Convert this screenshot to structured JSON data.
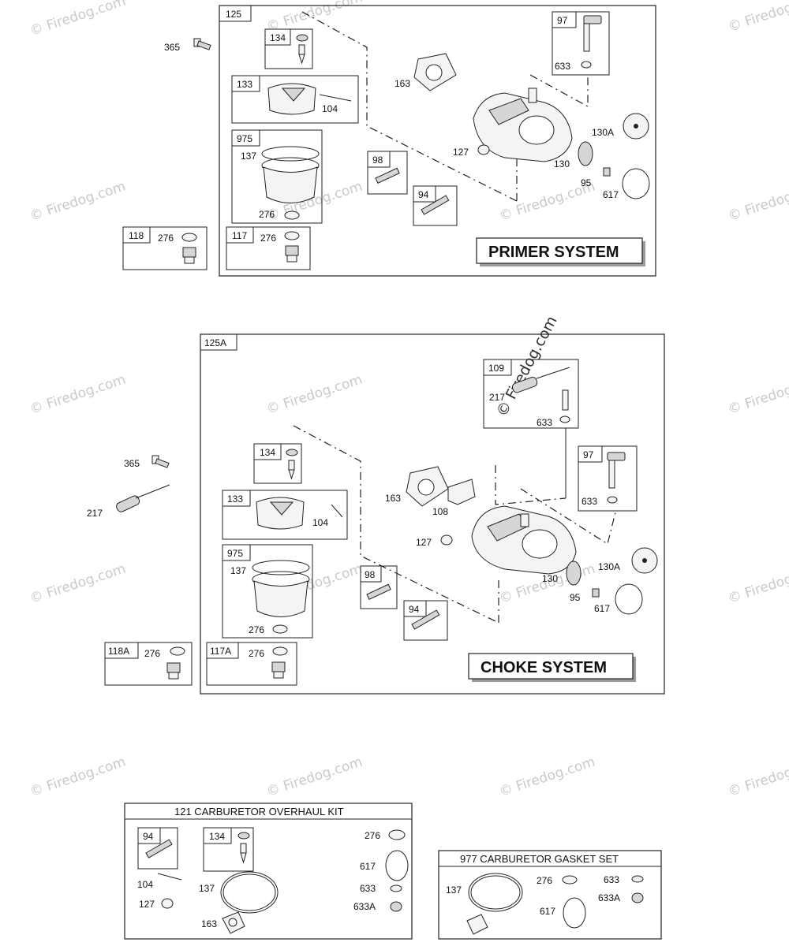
{
  "watermark": {
    "text": "© Firedog.com"
  },
  "primer": {
    "assembly": "125",
    "title": "PRIMER SYSTEM",
    "external": {
      "bolt": "365",
      "kit_118": "118",
      "kit_118_washer": "276"
    },
    "parts": {
      "p134": "134",
      "p133": "133",
      "p104": "104",
      "p975": "975",
      "p137": "137",
      "p276": "276",
      "p117": "117",
      "p117_276": "276",
      "p98": "98",
      "p94": "94",
      "p163": "163",
      "p127": "127",
      "p97": "97",
      "p633": "633",
      "p130A": "130A",
      "p130": "130",
      "p95": "95",
      "p617": "617"
    }
  },
  "choke": {
    "assembly": "125A",
    "title": "CHOKE SYSTEM",
    "external": {
      "bolt": "365",
      "spring": "217",
      "kit_118A": "118A",
      "kit_118A_washer": "276"
    },
    "parts": {
      "p109": "109",
      "p217": "217",
      "p633a": "633",
      "p134": "134",
      "p133": "133",
      "p104": "104",
      "p975": "975",
      "p137": "137",
      "p276": "276",
      "p117A": "117A",
      "p117A_276": "276",
      "p163": "163",
      "p108": "108",
      "p127": "127",
      "p98": "98",
      "p94": "94",
      "p97": "97",
      "p633b": "633",
      "p130A": "130A",
      "p130": "130",
      "p95": "95",
      "p617": "617"
    }
  },
  "overhaul_kit": {
    "title": "121 CARBURETOR OVERHAUL KIT",
    "parts": {
      "p94": "94",
      "p134": "134",
      "p276": "276",
      "p104": "104",
      "p617": "617",
      "p137": "137",
      "p127": "127",
      "p633": "633",
      "p633A": "633A",
      "p163": "163"
    }
  },
  "gasket_set": {
    "title": "977 CARBURETOR GASKET SET",
    "parts": {
      "p137": "137",
      "p276": "276",
      "p633": "633",
      "p633A": "633A",
      "p617": "617"
    }
  }
}
